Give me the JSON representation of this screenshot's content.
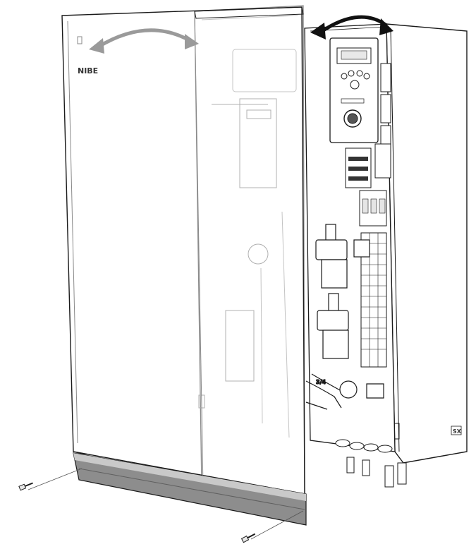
{
  "diagram": {
    "brand_logo_text": "NIBE",
    "corner_mark": "SX",
    "valve_label": "3/4",
    "colors": {
      "outline": "#1a1a1a",
      "cover_line": "#8a8a8a",
      "ghost_line": "#c4c4c4",
      "back_panel": "#ffffff",
      "kick_plate": "#8d8d8d",
      "kick_plate_light": "#c9c9c9",
      "arrow_grey": "#9a9a9a",
      "arrow_black": "#111111"
    },
    "icons": {
      "open_arrow_front": "double-headed-curved-arrow",
      "open_arrow_back": "double-headed-curved-arrow",
      "screws": "screw-icon"
    }
  }
}
